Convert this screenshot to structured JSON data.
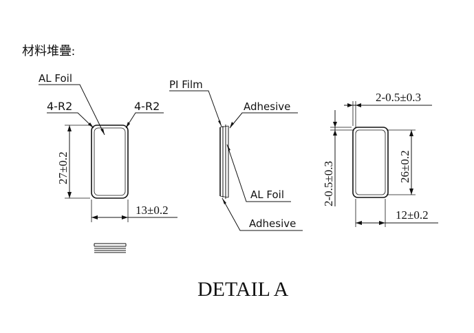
{
  "header": {
    "title": "材料堆疊:"
  },
  "left_view": {
    "label_al_foil": "AL Foil",
    "label_radius_left": "4-R2",
    "label_radius_right": "4-R2",
    "dim_height": "27±0.2",
    "dim_width": "13±0.2"
  },
  "middle_view": {
    "label_pi_film": "PI Film",
    "label_adhesive_top": "Adhesive",
    "label_al_foil": "AL Foil",
    "label_adhesive_bottom": "Adhesive"
  },
  "right_view": {
    "dim_top_gap": "2-0.5±0.3",
    "dim_side_gap": "2-0.5±0.3",
    "dim_height": "26±0.2",
    "dim_width": "12±0.2"
  },
  "footer": {
    "detail_label": "DETAIL A"
  }
}
